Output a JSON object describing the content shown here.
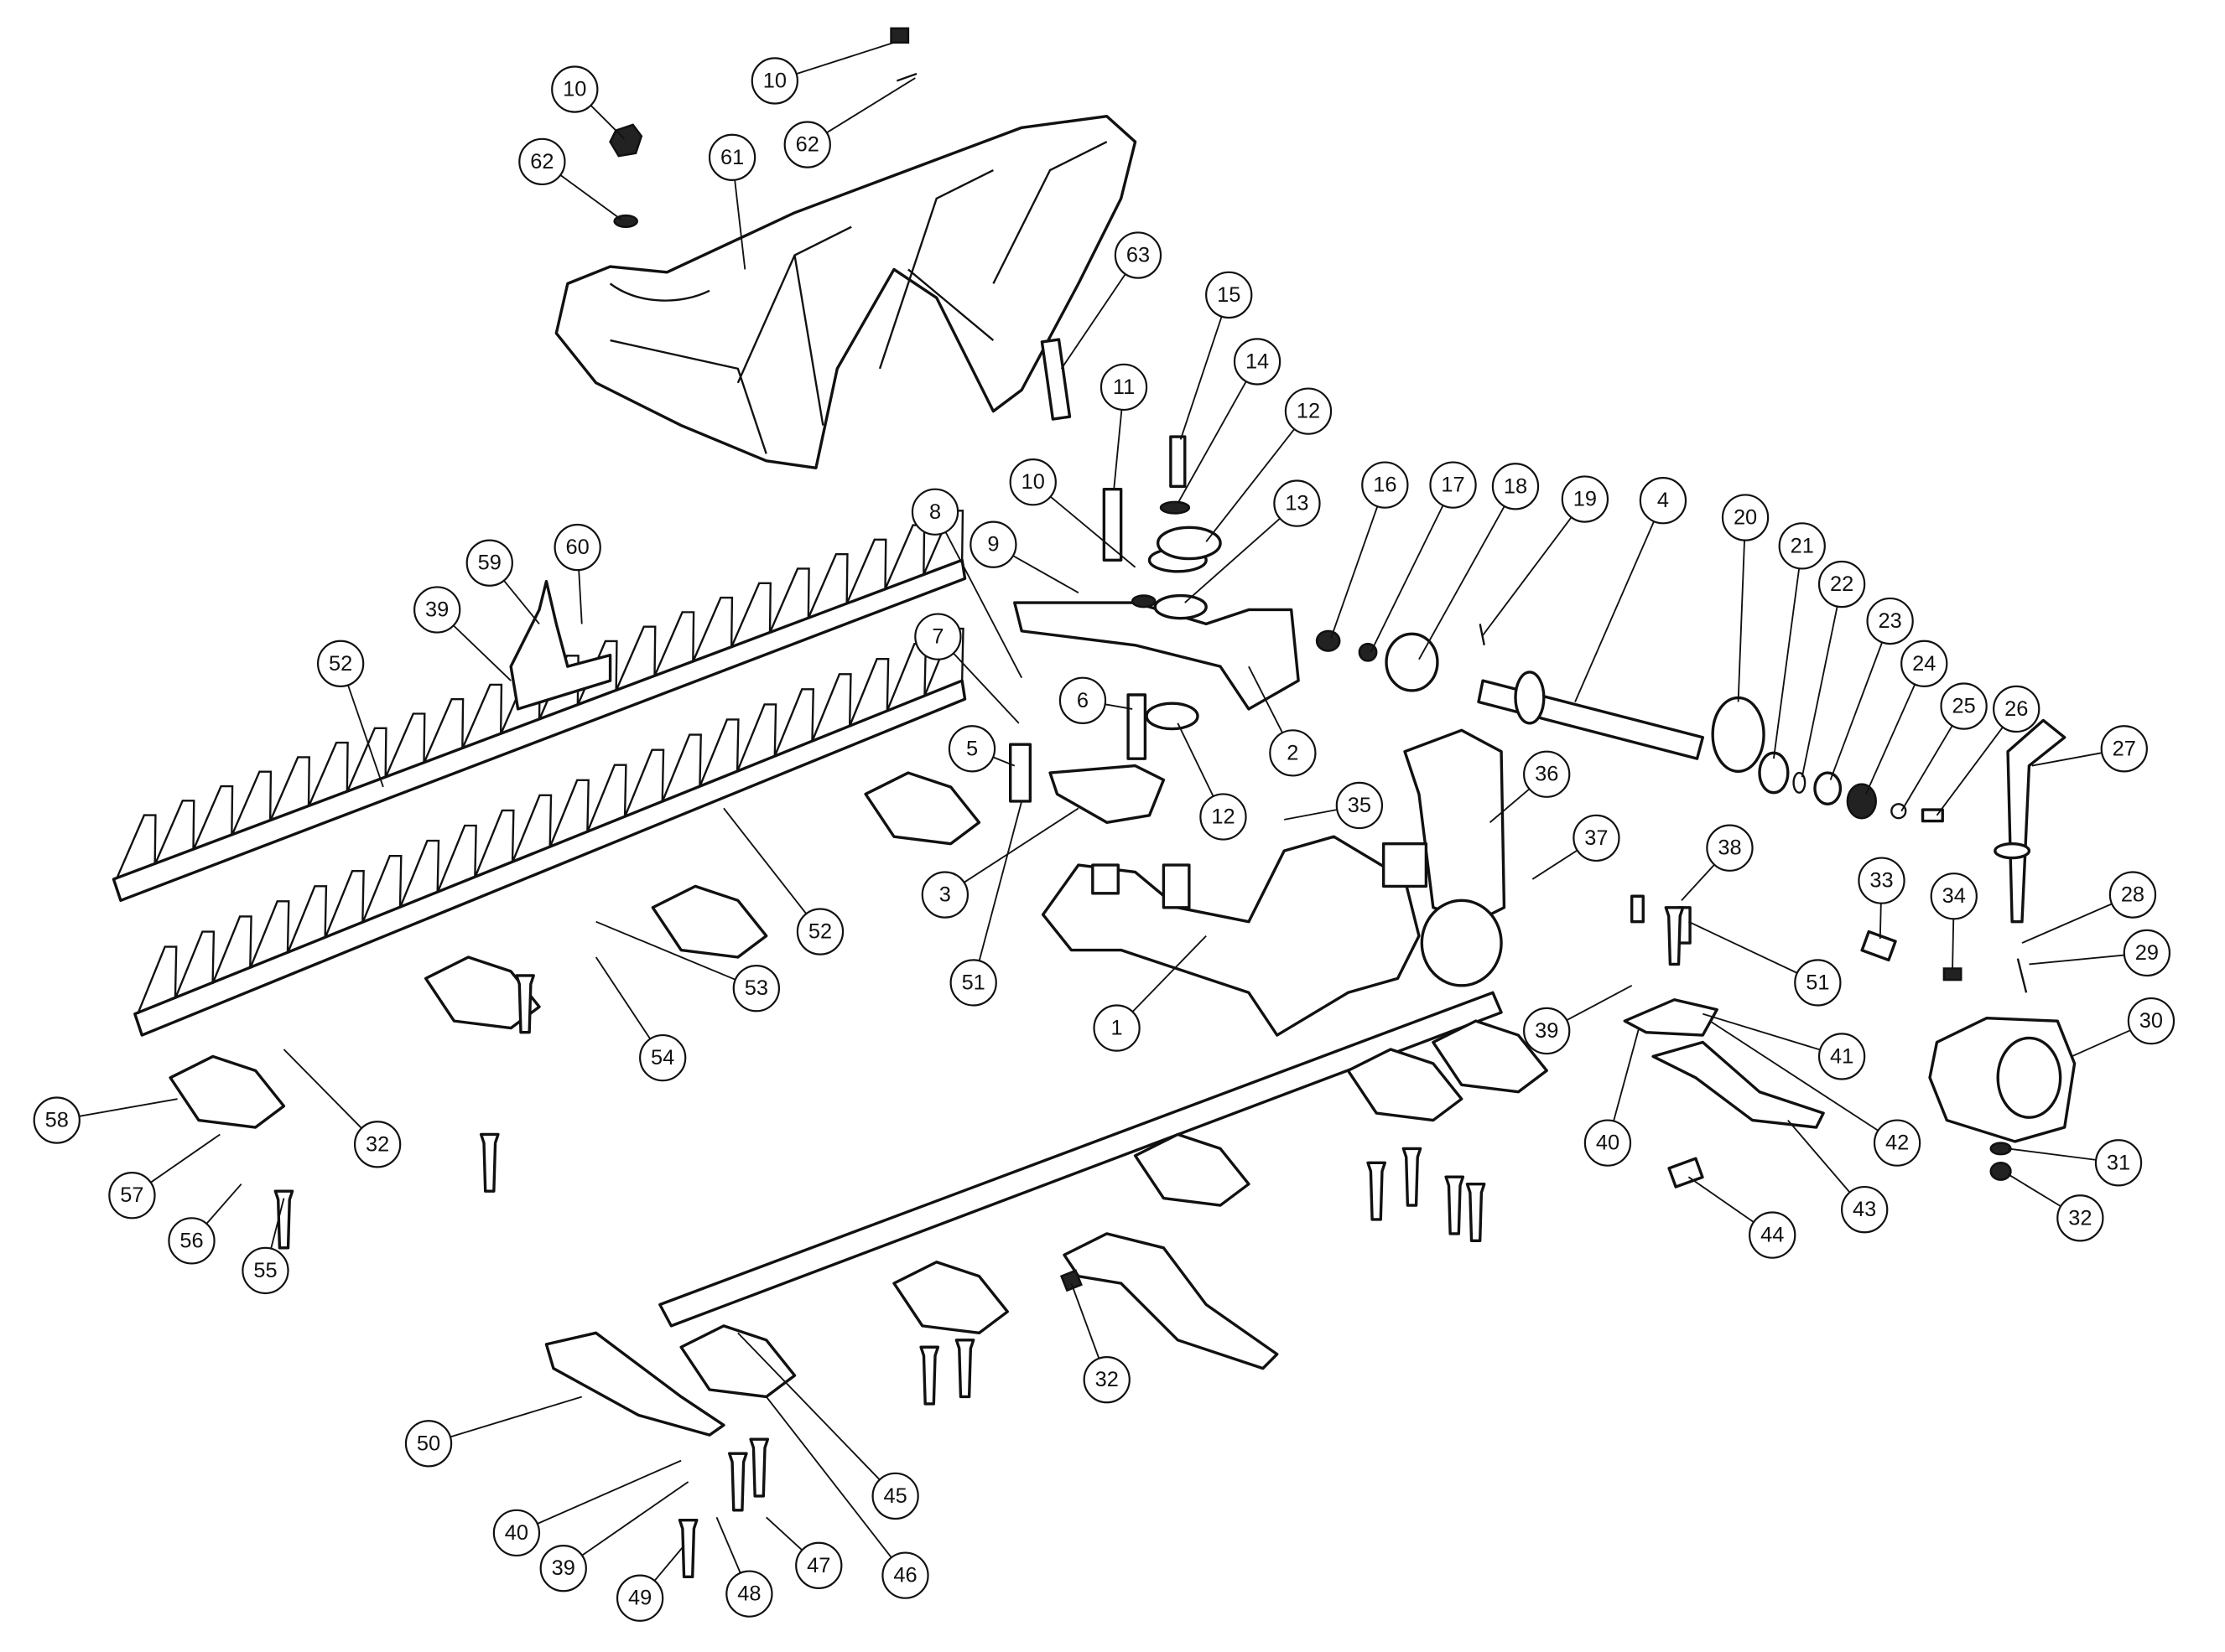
{
  "diagram": {
    "type": "exploded-parts-view",
    "callouts": [
      "10",
      "10",
      "62",
      "62",
      "61",
      "63",
      "15",
      "14",
      "12",
      "11",
      "10",
      "13",
      "16",
      "17",
      "18",
      "19",
      "4",
      "20",
      "21",
      "22",
      "23",
      "24",
      "25",
      "26",
      "27",
      "8",
      "9",
      "7",
      "6",
      "5",
      "2",
      "12",
      "3",
      "35",
      "36",
      "37",
      "38",
      "33",
      "34",
      "28",
      "29",
      "30",
      "31",
      "32",
      "51",
      "41",
      "42",
      "43",
      "44",
      "40",
      "39",
      "51",
      "1",
      "60",
      "59",
      "39",
      "52",
      "52",
      "53",
      "54",
      "58",
      "32",
      "57",
      "56",
      "55",
      "32",
      "50",
      "45",
      "40",
      "39",
      "47",
      "46",
      "48",
      "49"
    ]
  }
}
